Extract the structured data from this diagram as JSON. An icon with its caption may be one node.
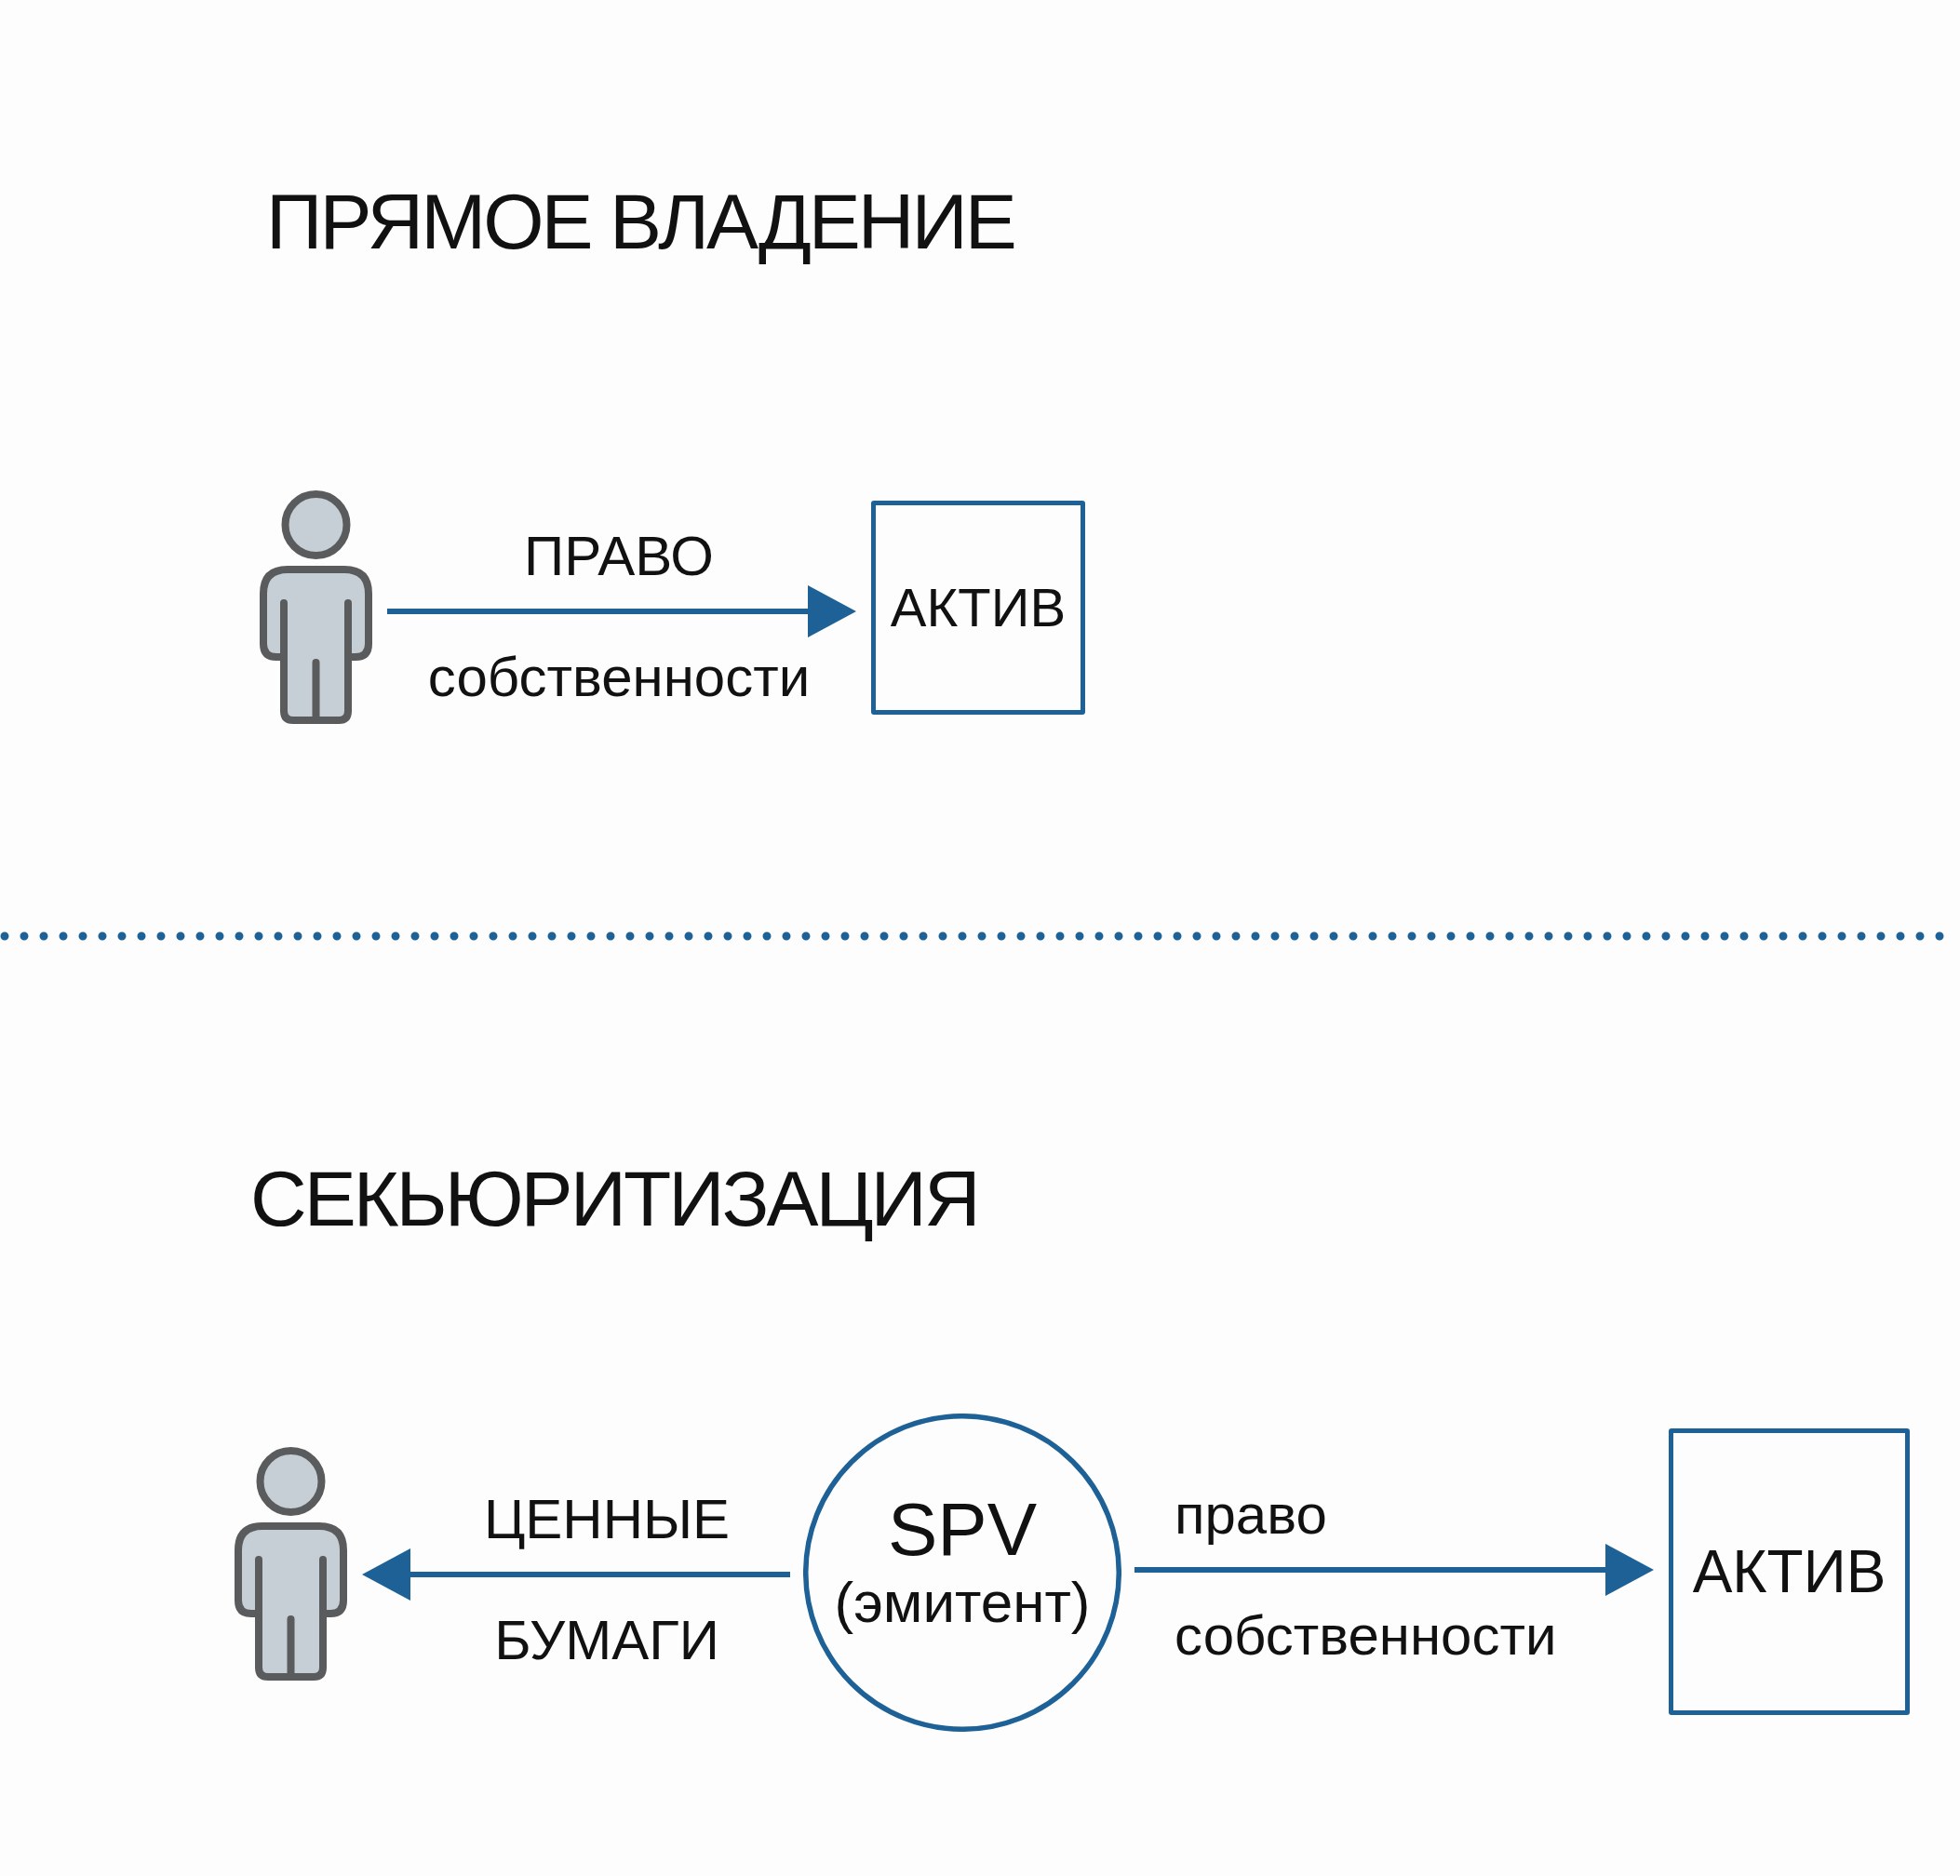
{
  "diagram": {
    "nodes": [
      {
        "text": [],
        "shape": "person"
      },
      {
        "text": [
          "АКТИВ"
        ]
      },
      {
        "text": [],
        "shape": "person"
      },
      {
        "text": [
          "SPV",
          "(эмитент)"
        ]
      },
      {
        "text": [
          "АКТИВ"
        ]
      }
    ],
    "edges": [
      {
        "from": 0,
        "to": 1,
        "arrow": "to",
        "label": "ПРАВО собственности"
      },
      {
        "from": 3,
        "to": 2,
        "arrow": "to",
        "label": "ЦЕННЫЕ БУМАГИ"
      },
      {
        "from": 3,
        "to": 4,
        "arrow": "to",
        "label": "право собственности"
      }
    ],
    "labels": [
      "ПРЯМОЕ ВЛАДЕНИЕ",
      "СЕКЬЮРИТИЗАЦИЯ"
    ]
  }
}
